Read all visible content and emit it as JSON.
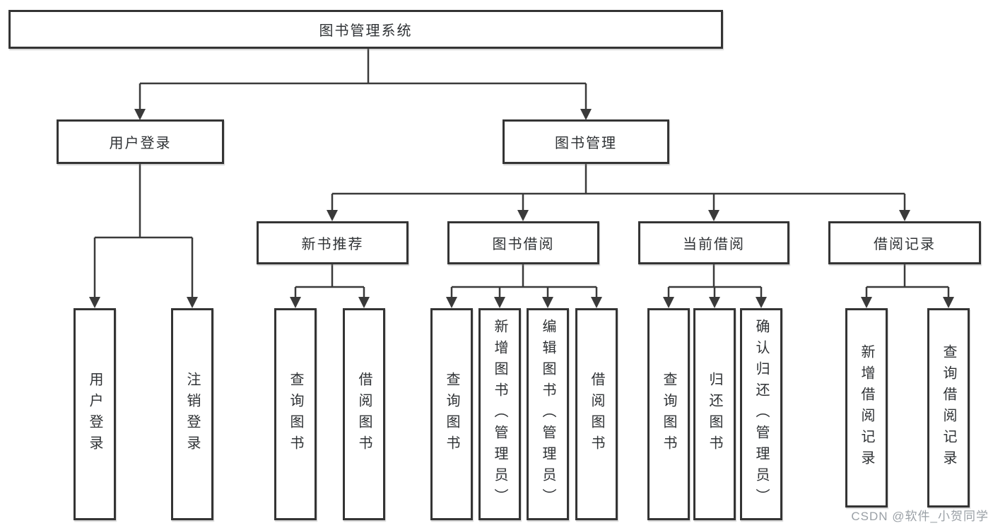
{
  "diagram": {
    "root": {
      "label": "图书管理系统"
    },
    "level2": {
      "user_login": {
        "label": "用户登录"
      },
      "book_management": {
        "label": "图书管理"
      }
    },
    "level3": {
      "new_book_recommend": {
        "label": "新书推荐"
      },
      "book_borrowing": {
        "label": "图书借阅"
      },
      "current_borrowing": {
        "label": "当前借阅"
      },
      "borrowing_records": {
        "label": "借阅记录"
      }
    },
    "leaves": {
      "user_login_action": {
        "label": "用户登录"
      },
      "logout_action": {
        "label": "注销登录"
      },
      "recommend_query_books": {
        "label": "查询图书"
      },
      "recommend_borrow_books": {
        "label": "借阅图书"
      },
      "borrow_query_books": {
        "label": "查询图书"
      },
      "borrow_add_books": {
        "label": "新增图书（管理员）"
      },
      "borrow_edit_books": {
        "label": "编辑图书（管理员）"
      },
      "borrow_borrow_books": {
        "label": "借阅图书"
      },
      "current_query_books": {
        "label": "查询图书"
      },
      "current_return_books": {
        "label": "归还图书"
      },
      "current_confirm_return": {
        "label": "确认归还（管理员）"
      },
      "records_add_record": {
        "label": "新增借阅记录"
      },
      "records_query_record": {
        "label": "查询借阅记录"
      }
    }
  },
  "watermark": {
    "text": "CSDN @软件_小贺同学"
  },
  "colors": {
    "line": "#3a3a3a",
    "box_border": "#343434",
    "text": "#2f3235",
    "watermark": "#9aa0a6",
    "background": "#ffffff"
  }
}
